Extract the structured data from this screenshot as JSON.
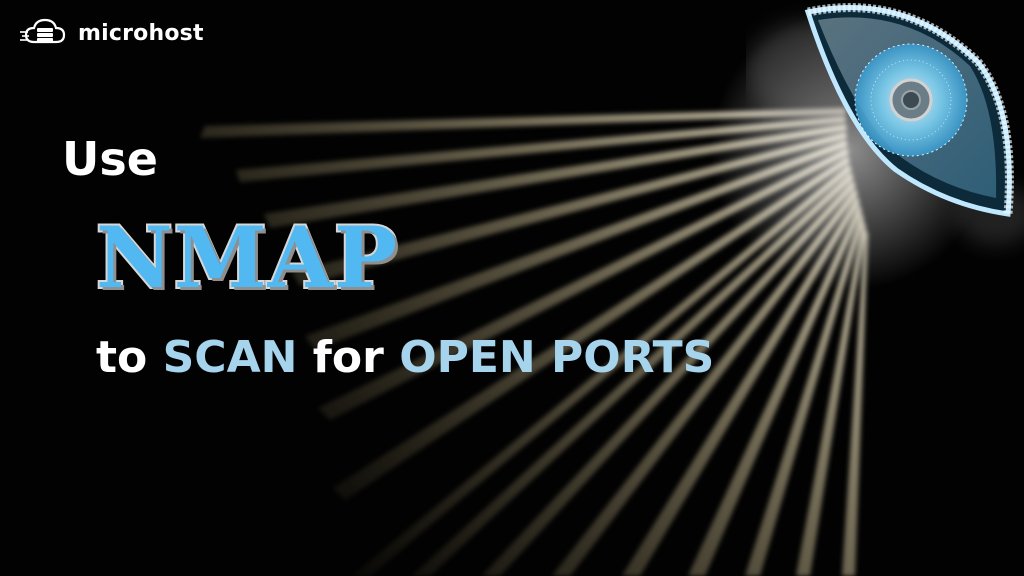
{
  "brand": {
    "name": "microhost",
    "icon": "cloud-server-icon"
  },
  "headline": {
    "line1": "Use",
    "line2": "NMAP",
    "line3": {
      "part1": "to",
      "part2": "SCAN",
      "part3": "for",
      "part4": "OPEN PORTS"
    }
  },
  "illustration": {
    "name": "nmap-eye-icon"
  },
  "colors": {
    "background": "#000000",
    "nmap_fill": "#52b8f2",
    "highlight_text": "#a6d4ec",
    "beam": "#e8ddb0"
  }
}
